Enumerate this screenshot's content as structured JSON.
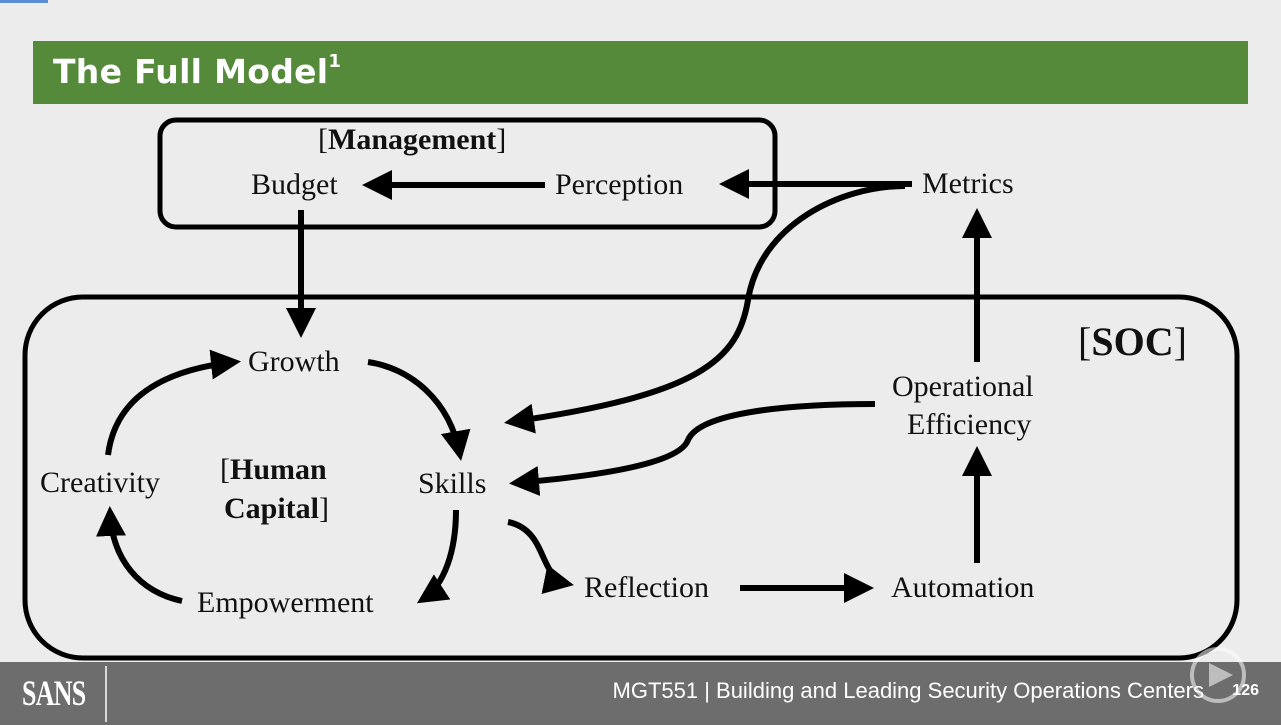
{
  "slide": {
    "title": "The Full Model",
    "title_footnote": "1"
  },
  "diagram": {
    "groups": {
      "management": "Management",
      "soc": "SOC",
      "human_capital_line1": "Human",
      "human_capital_line2": "Capital"
    },
    "nodes": {
      "budget": "Budget",
      "perception": "Perception",
      "metrics": "Metrics",
      "growth": "Growth",
      "skills": "Skills",
      "creativity": "Creativity",
      "empowerment": "Empowerment",
      "reflection": "Reflection",
      "automation": "Automation",
      "operational_line1": "Operational",
      "operational_line2": "Efficiency"
    }
  },
  "footer": {
    "logo": "SANS",
    "course": "MGT551 | Building and Leading Security Operations Centers",
    "page_number": "126"
  },
  "colors": {
    "title_bar": "#568a3b",
    "footer": "#6d6d6d",
    "background": "#ececec",
    "ink": "#000000"
  }
}
